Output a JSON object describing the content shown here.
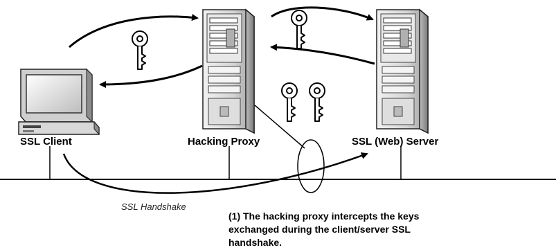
{
  "nodes": {
    "client_label": "SSL Client",
    "proxy_label": "Hacking Proxy",
    "server_label": "SSL (Web) Server"
  },
  "annotations": {
    "handshake_label": "SSL Handshake",
    "caption": "(1) The hacking proxy intercepts the keys exchanged during the client/server SSL handshake."
  },
  "icons": {
    "key": "key-icon",
    "computer": "desktop-computer-icon",
    "tower": "server-tower-icon"
  }
}
